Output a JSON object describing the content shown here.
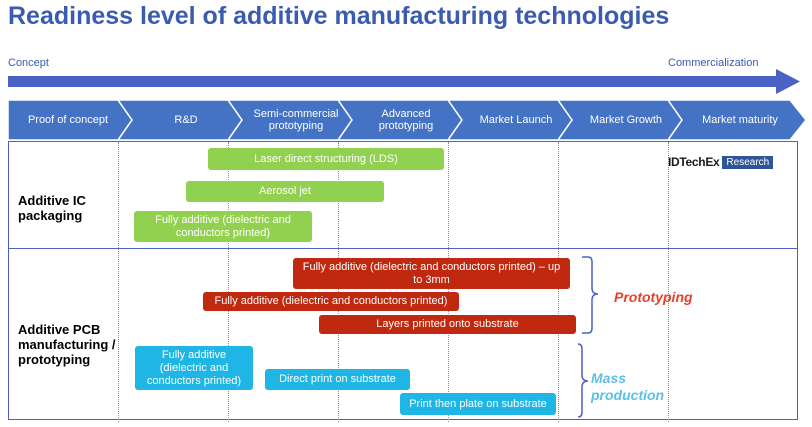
{
  "title": "Readiness level of additive manufacturing technologies",
  "axis": {
    "start_label": "Concept",
    "end_label": "Commercialization"
  },
  "stages": [
    "Proof of concept",
    "R&D",
    "Semi-commercial prototyping",
    "Advanced prototyping",
    "Market Launch",
    "Market Growth",
    "Market maturity"
  ],
  "brand": {
    "name": "IDTechEx",
    "tag": "Research"
  },
  "rows": [
    {
      "label": "Additive IC packaging",
      "bars": [
        {
          "label": "Laser direct structuring (LDS)",
          "color": "#92d050"
        },
        {
          "label": "Aerosol jet",
          "color": "#92d050"
        },
        {
          "label": "Fully additive (dielectric and conductors printed)",
          "color": "#92d050"
        }
      ]
    },
    {
      "label": "Additive PCB manufacturing / prototyping",
      "bars": [
        {
          "label": "Fully additive (dielectric and conductors printed) – up to 3mm",
          "color": "#c0280f"
        },
        {
          "label": "Fully additive (dielectric and conductors printed)",
          "color": "#c0280f"
        },
        {
          "label": "Layers printed onto substrate",
          "color": "#c0280f"
        },
        {
          "label": "Fully additive (dielectric and conductors printed)",
          "color": "#1fb6e6"
        },
        {
          "label": "Direct print on substrate",
          "color": "#1fb6e6"
        },
        {
          "label": "Print then plate on substrate",
          "color": "#1fb6e6"
        }
      ]
    }
  ],
  "groups": {
    "prototyping": "Prototyping",
    "mass_production": "Mass production"
  },
  "colors": {
    "title": "#3a5bb0",
    "stage_fill": "#4472c4",
    "prototyping": "#e8402a",
    "mass_production": "#5bc0e8"
  }
}
